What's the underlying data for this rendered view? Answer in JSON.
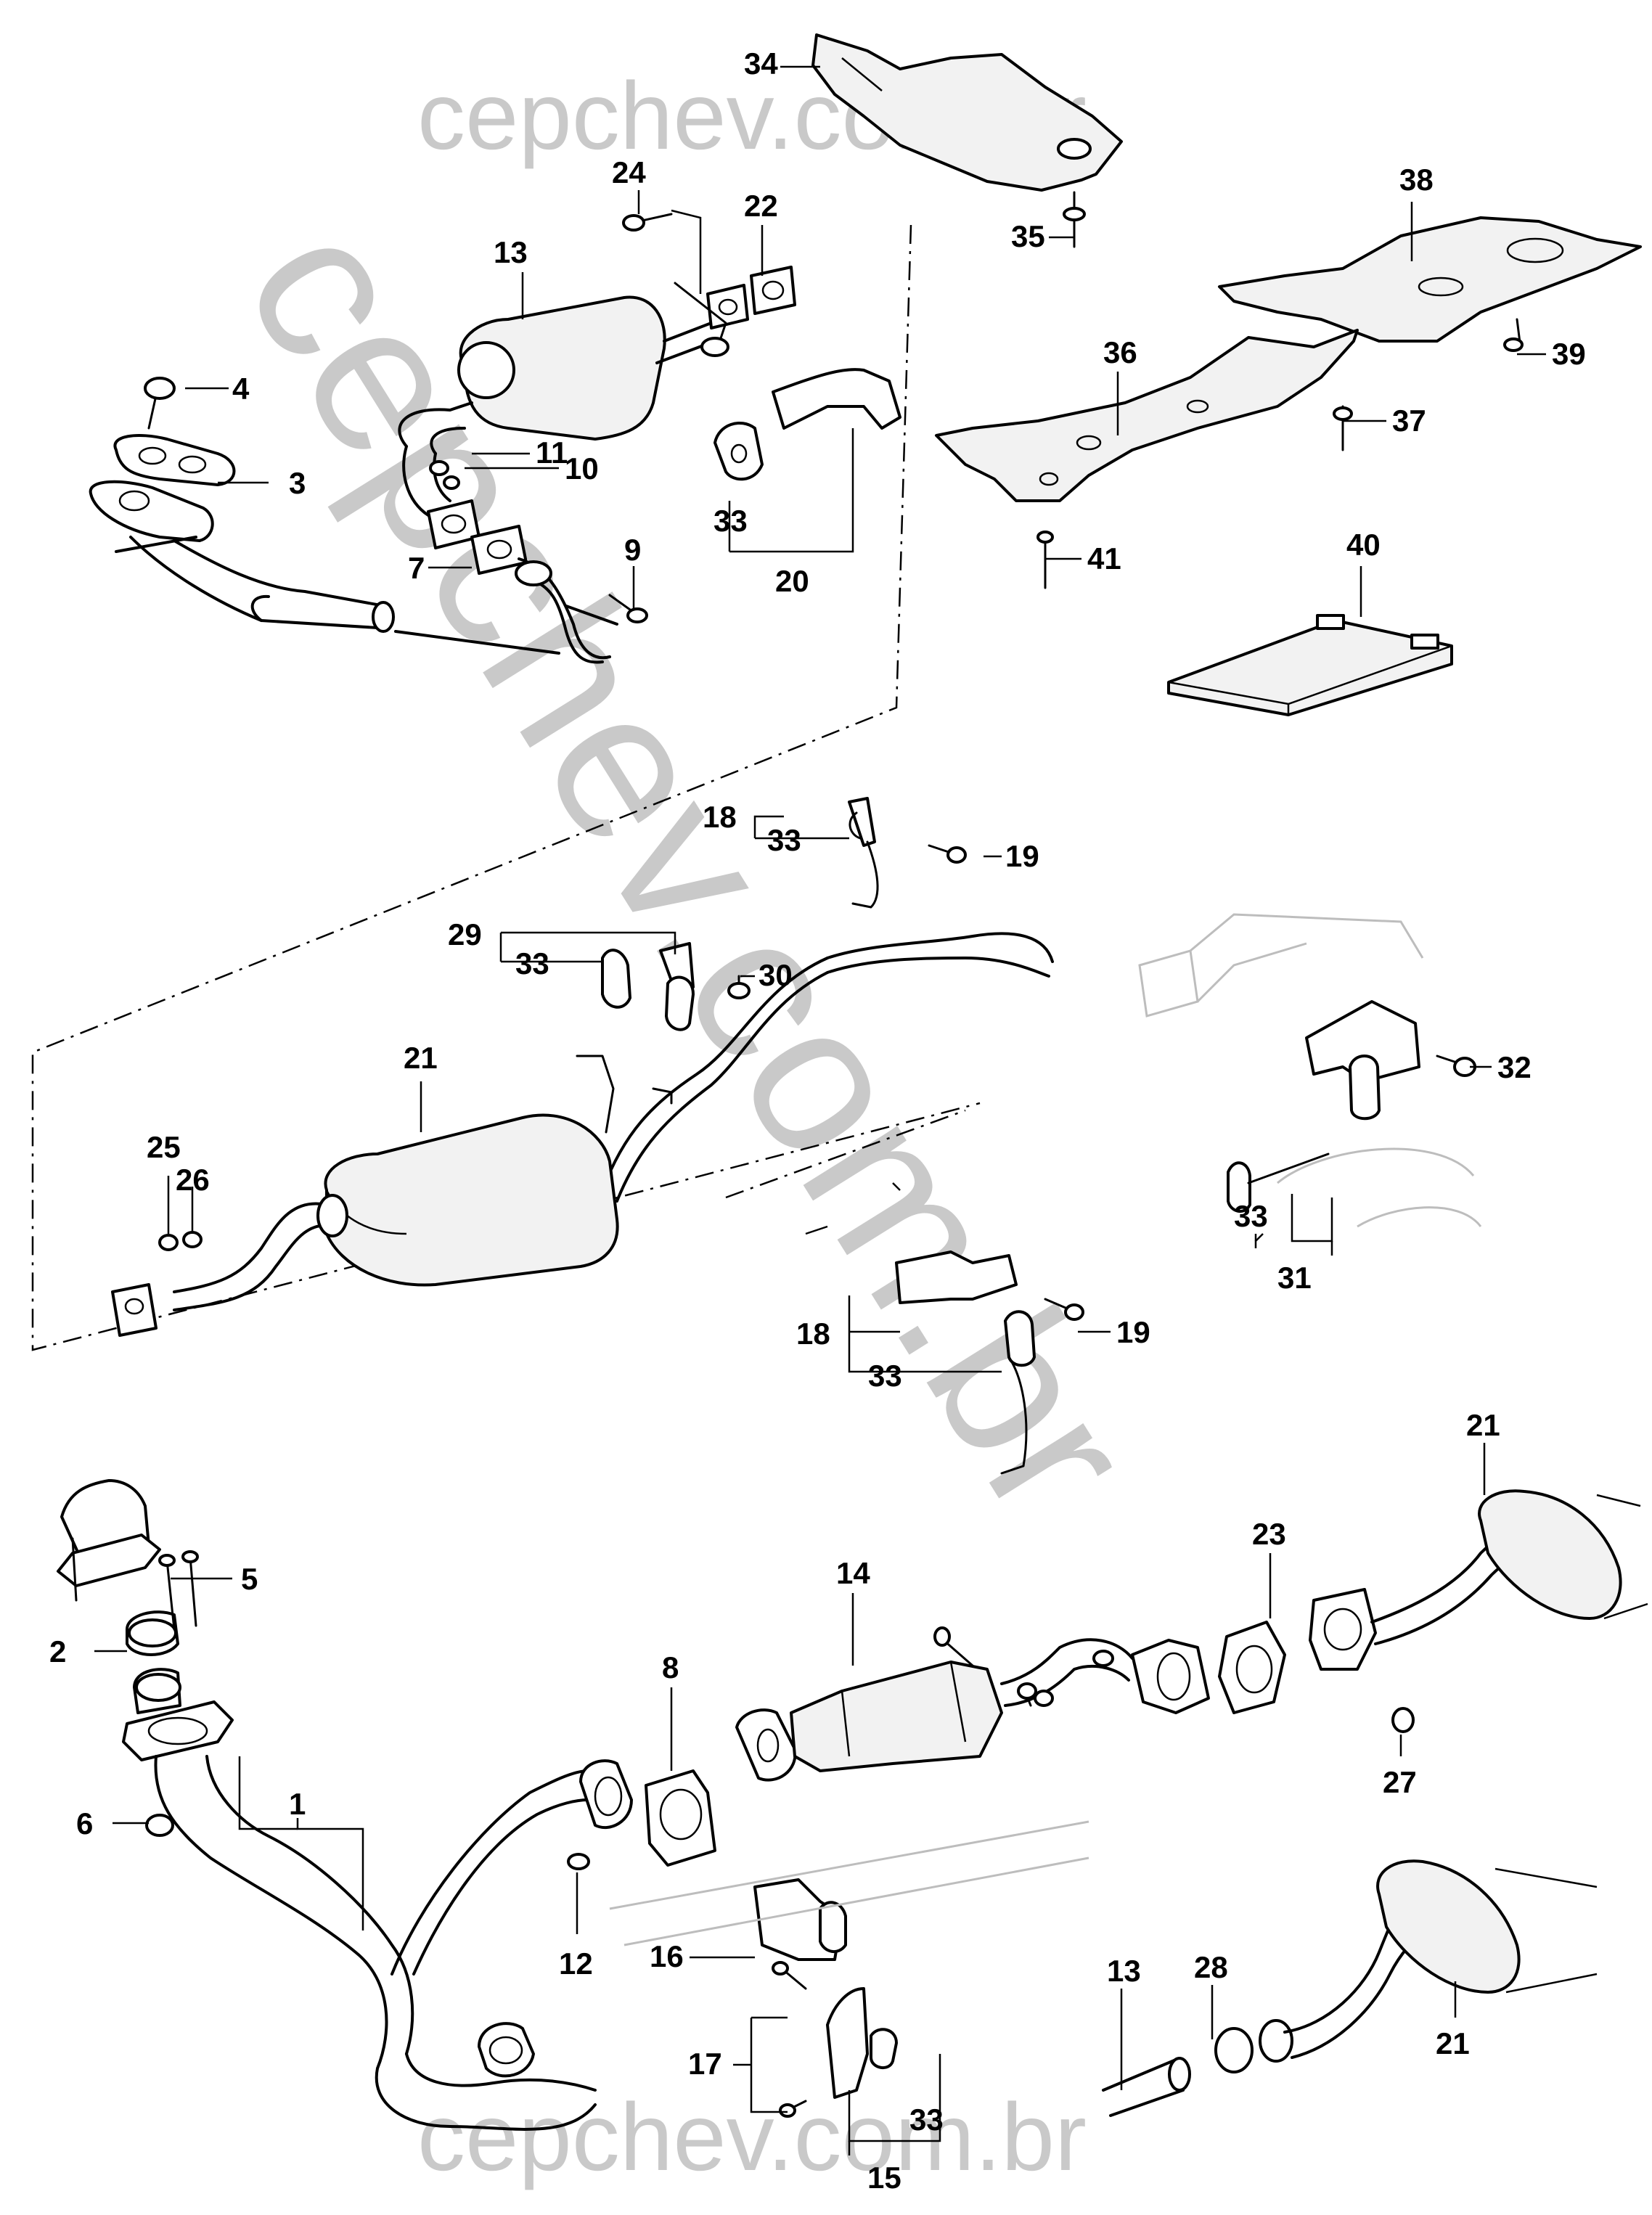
{
  "watermark": {
    "text_top": "cepchev.com.br",
    "text_diagonal": "cepchev.com.br",
    "text_bottom": "cepchev.com.br",
    "color": "#c9c9c9"
  },
  "callouts": {
    "c1": "1",
    "c2": "2",
    "c3": "3",
    "c4": "4",
    "c5": "5",
    "c6": "6",
    "c7": "7",
    "c8": "8",
    "c9": "9",
    "c10": "10",
    "c11": "11",
    "c12": "12",
    "c13_top": "13",
    "c13_bottom": "13",
    "c14": "14",
    "c15": "15",
    "c16": "16",
    "c17": "17",
    "c18_top": "18",
    "c18_mid": "18",
    "c19_top": "19",
    "c19_mid": "19",
    "c20": "20",
    "c21_mid": "21",
    "c21_top_right": "21",
    "c21_bottom_right": "21",
    "c22": "22",
    "c23": "23",
    "c24": "24",
    "c25": "25",
    "c26": "26",
    "c27": "27",
    "c28": "28",
    "c29": "29",
    "c30": "30",
    "c31": "31",
    "c32": "32",
    "c33_a": "33",
    "c33_b": "33",
    "c33_c": "33",
    "c33_d": "33",
    "c33_e": "33",
    "c33_f": "33",
    "c34": "34",
    "c35": "35",
    "c36": "36",
    "c37": "37",
    "c38": "38",
    "c39": "39",
    "c40": "40",
    "c41": "41"
  }
}
